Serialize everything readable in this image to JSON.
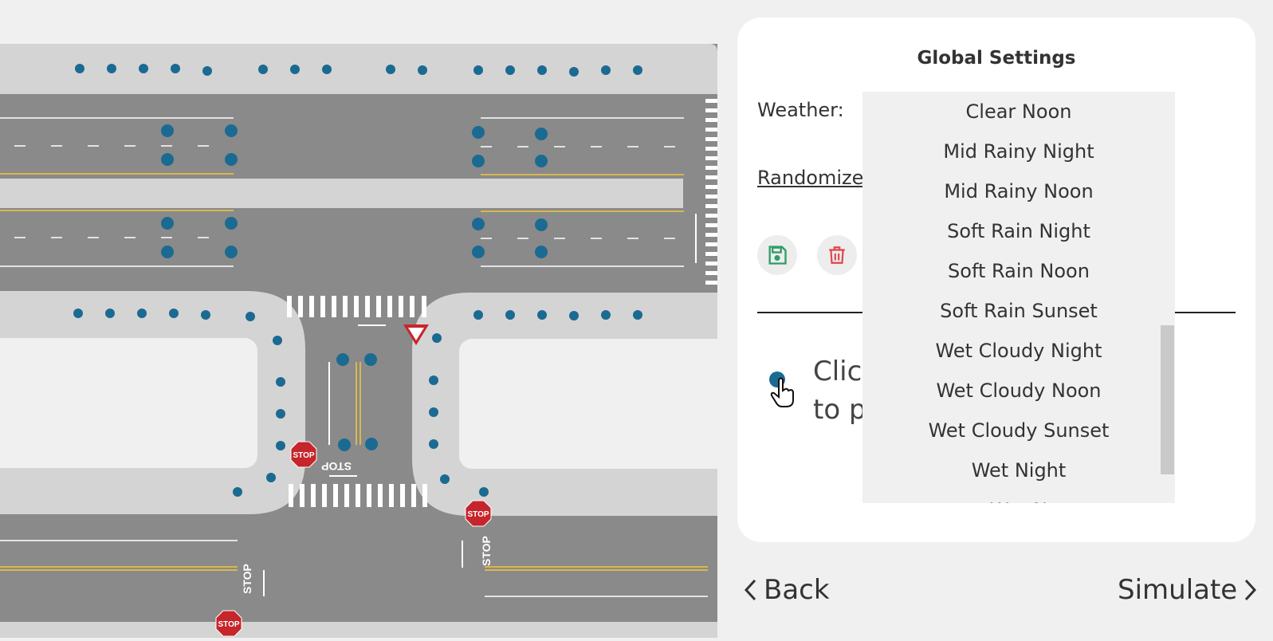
{
  "panel": {
    "title": "Global Settings",
    "weather_label": "Weather:",
    "randomize_label": "Randomize",
    "hint_text_line1": "Clic",
    "hint_text_line2": "to p",
    "save_icon": "save-icon",
    "delete_icon": "trash-icon"
  },
  "weather_options": [
    "Clear Noon",
    "Mid Rainy Night",
    "Mid Rainy Noon",
    "Soft Rain Night",
    "Soft Rain Noon",
    "Soft Rain Sunset",
    "Wet Cloudy Night",
    "Wet Cloudy Noon",
    "Wet Cloudy Sunset",
    "Wet Night",
    "Wet N"
  ],
  "nav": {
    "back_label": "Back",
    "simulate_label": "Simulate"
  },
  "map": {
    "stop_sign_text": "STOP",
    "road_marking_text": "STOP"
  },
  "colors": {
    "road": "#8a8a8a",
    "sidewalk": "#d4d4d4",
    "block": "#f0f0f0",
    "waypoint": "#1b6a92",
    "lane_yellow": "#f2c83b",
    "stop_red": "#c6252b",
    "save_green": "#2e9e66",
    "delete_red": "#e0464a"
  }
}
